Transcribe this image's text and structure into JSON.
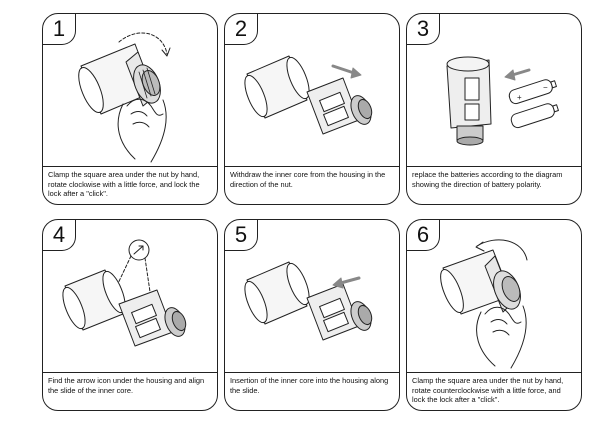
{
  "steps": [
    {
      "number": "1",
      "caption": "Clamp the square area under the nut by hand, rotate clockwise with a little force, and lock the lock after a \"click\"."
    },
    {
      "number": "2",
      "caption": "Withdraw the inner core from the housing in the direction of the nut."
    },
    {
      "number": "3",
      "caption": "replace the batteries according to the diagram showing the direction of battery polarity."
    },
    {
      "number": "4",
      "caption": "Find the arrow icon under the housing and align the slide of the inner core."
    },
    {
      "number": "5",
      "caption": "Insertion of the inner core into the housing along the slide."
    },
    {
      "number": "6",
      "caption": "Clamp the square area under the nut by hand, rotate counterclockwise with a little force, and lock the lock after a \"click\"."
    }
  ],
  "battery_polarity": {
    "plus": "+",
    "minus": "−"
  }
}
